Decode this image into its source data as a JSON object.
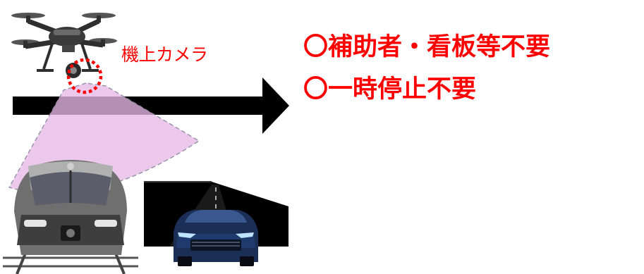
{
  "camera_label": "機上カメラ",
  "conditions": [
    "〇補助者・看板等不要",
    "〇一時停止不要"
  ],
  "colors": {
    "accent": "#ff0000",
    "arrow": "#000000",
    "view_cone": "#e8b8e8",
    "view_cone_outline": "#8c8ca0"
  },
  "icons": [
    "drone-icon",
    "camera-ring-icon",
    "train-icon",
    "car-icon",
    "tunnel-road-icon"
  ]
}
